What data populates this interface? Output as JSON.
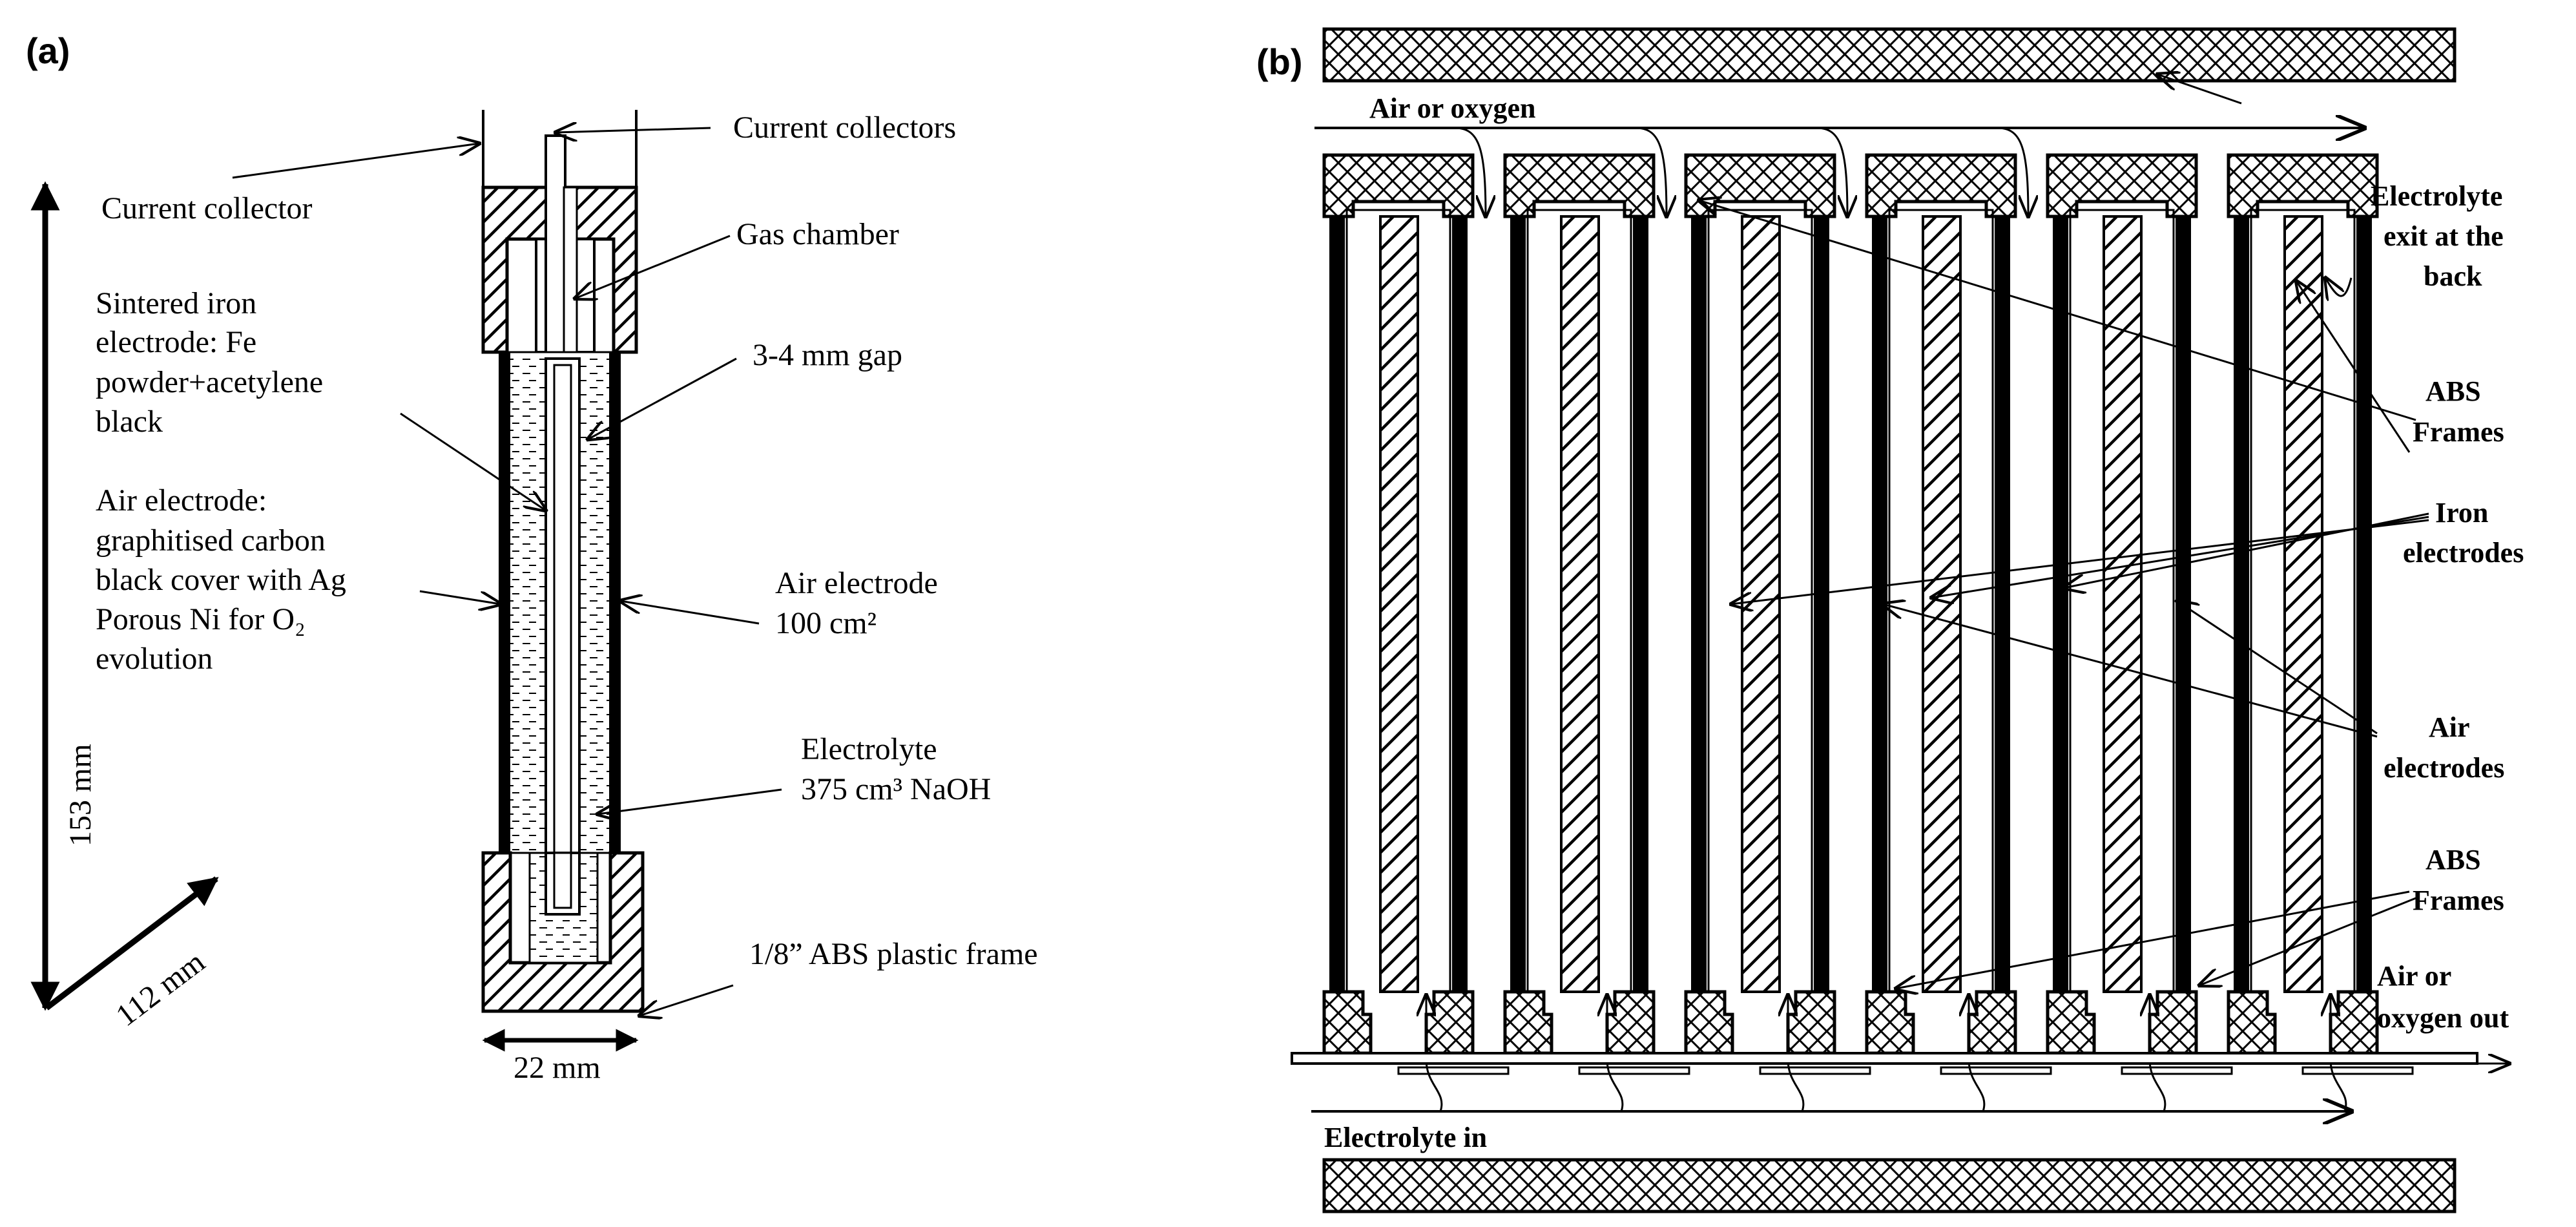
{
  "panel_a": {
    "label": "(a)",
    "labels": {
      "current_collectors": "Current collectors",
      "current_collector": "Current collector",
      "gas_chamber": "Gas chamber",
      "sintered_iron_1": "Sintered iron",
      "sintered_iron_2": "electrode: Fe",
      "sintered_iron_3": "powder+acetylene",
      "sintered_iron_4": "black",
      "gap": "3-4 mm gap",
      "air_elec_left_1": "Air electrode:",
      "air_elec_left_2": "graphitised carbon",
      "air_elec_left_3": "black cover with Ag",
      "air_elec_left_4": "Porous Ni for O₂",
      "air_elec_left_5": "evolution",
      "air_elec_right_1": "Air electrode",
      "air_elec_right_2": "100 cm²",
      "electrolyte_1": "Electrolyte",
      "electrolyte_2": "375 cm³ NaOH",
      "frame": "1/8” ABS plastic frame",
      "height": "153 mm",
      "depth": "112 mm",
      "width": "22 mm"
    }
  },
  "panel_b": {
    "label": "(b)",
    "labels": {
      "air_in": "Air or oxygen",
      "electrolyte_exit_1": "Electrolyte",
      "electrolyte_exit_2": "exit at the",
      "electrolyte_exit_3": "back",
      "abs_top_1": "ABS",
      "abs_top_2": "Frames",
      "iron_1": "Iron",
      "iron_2": "electrodes",
      "air_elec_1": "Air",
      "air_elec_2": "electrodes",
      "abs_bottom_1": "ABS",
      "abs_bottom_2": "Frames",
      "air_out_1": "Air or",
      "air_out_2": "oxygen out",
      "electrolyte_in": "Electrolyte in"
    }
  },
  "colors": {
    "ink": "#000000",
    "paper": "#ffffff"
  }
}
